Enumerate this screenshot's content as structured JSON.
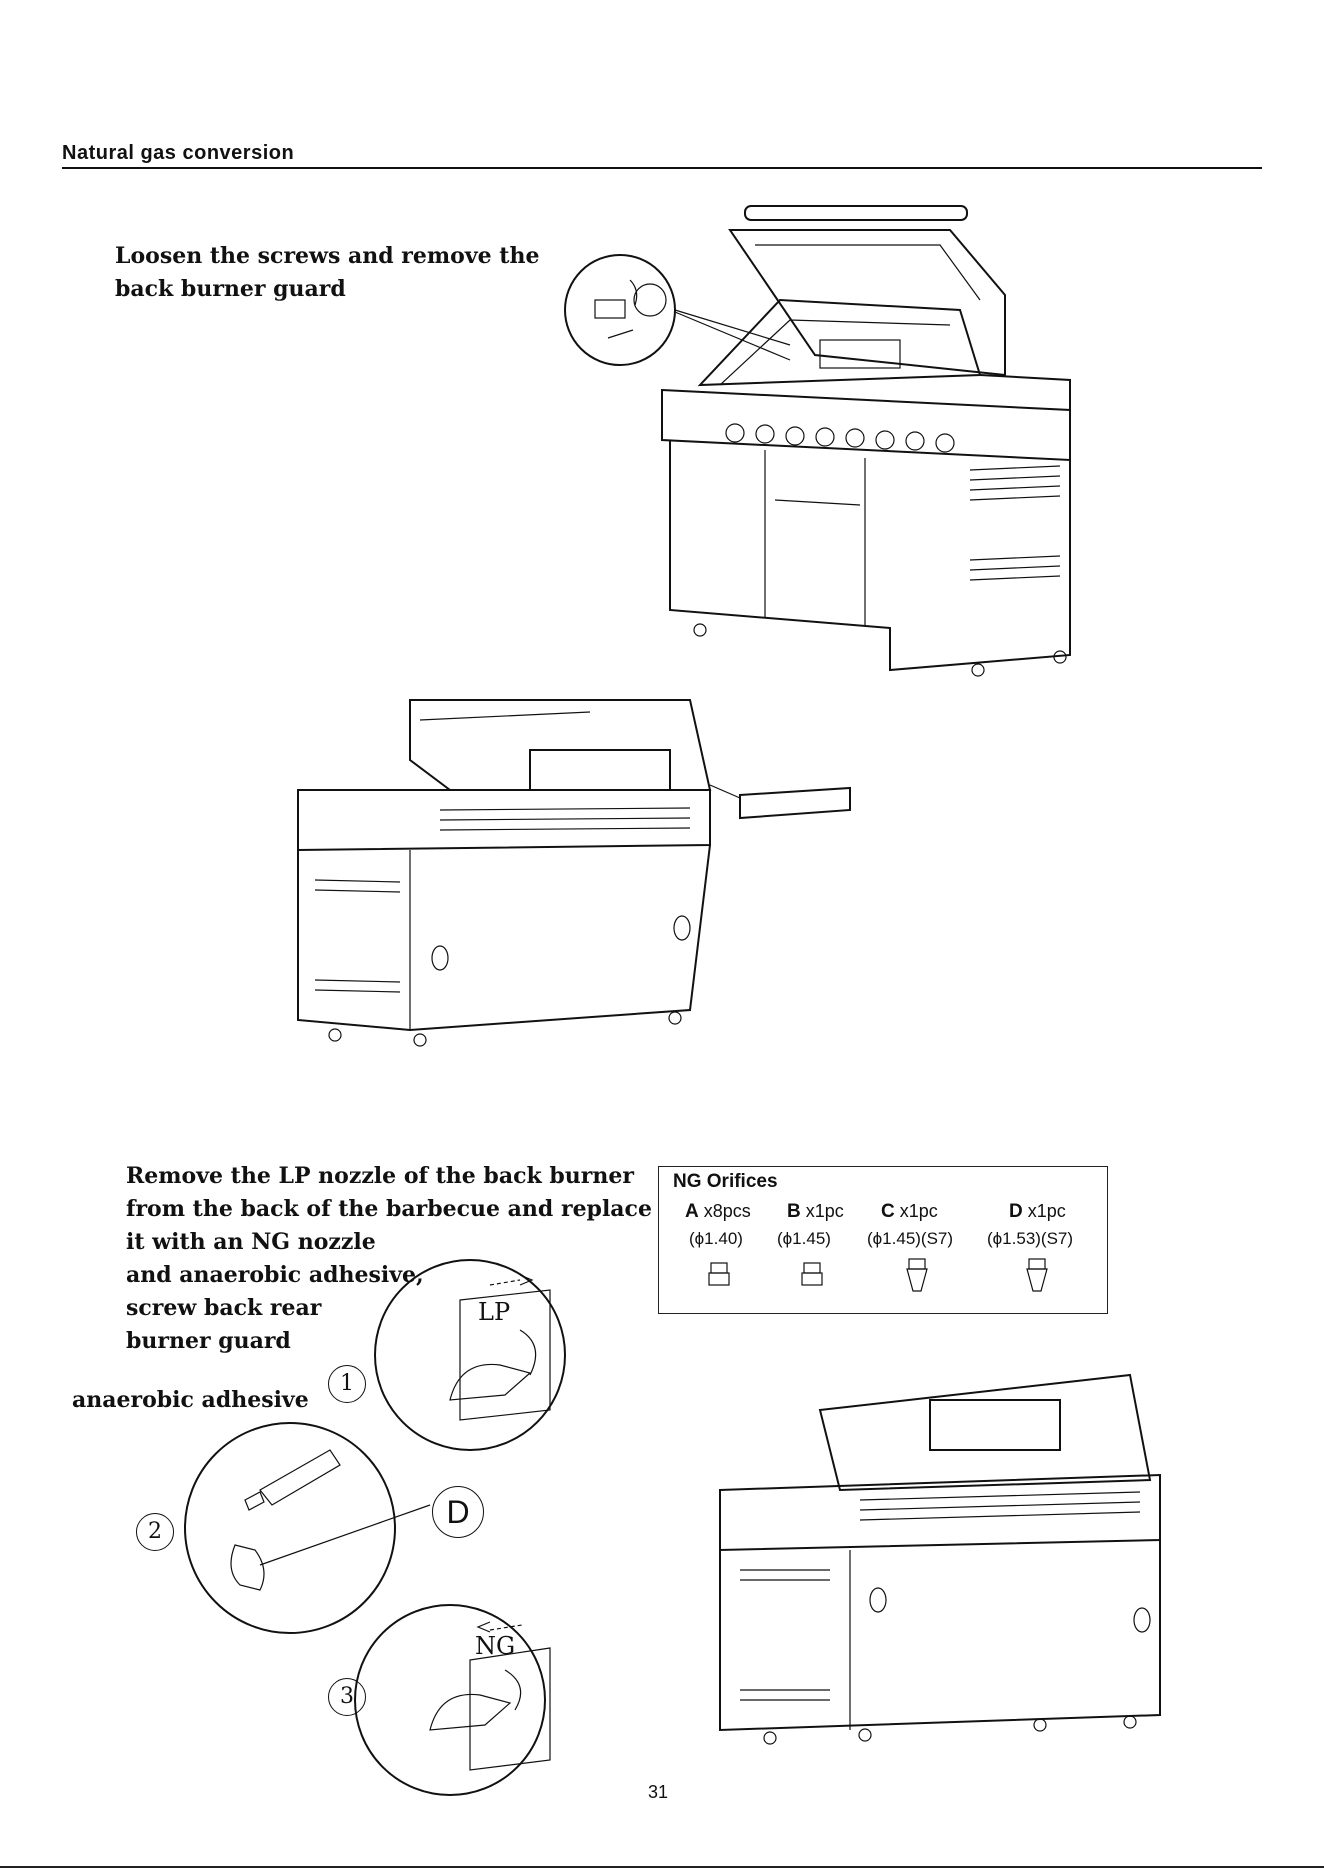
{
  "section": {
    "title": "Natural gas conversion"
  },
  "step1": {
    "lines": [
      "Loosen the screws and remove the",
      "back burner guard"
    ]
  },
  "step2": {
    "lines": [
      "Remove the LP nozzle of the back burner",
      "from the back of the barbecue and replace",
      "it with an NG nozzle",
      "and  anaerobic  adhesive,",
      "screw back rear",
      "burner guard"
    ]
  },
  "adhesive_label": "anaerobic adhesive",
  "orifices": {
    "title": "NG Orifices",
    "items": [
      {
        "letter": "A",
        "qty": "x8pcs",
        "size": "(ϕ1.40)"
      },
      {
        "letter": "B",
        "qty": "x1pc",
        "size": "(ϕ1.45)"
      },
      {
        "letter": "C",
        "qty": "x1pc",
        "size": "(ϕ1.45)(S7)"
      },
      {
        "letter": "D",
        "qty": "x1pc",
        "size": "(ϕ1.53)(S7)"
      }
    ]
  },
  "callouts": {
    "one": "1",
    "two": "2",
    "three": "3",
    "d": "D",
    "lp": "LP",
    "ng": "NG"
  },
  "page_number": "31"
}
